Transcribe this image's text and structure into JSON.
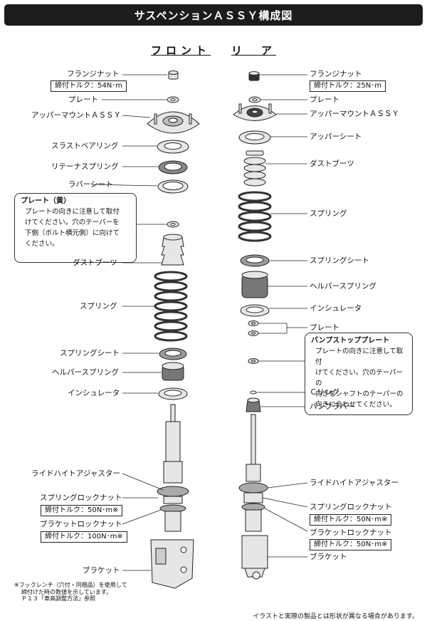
{
  "title": "サスペンションＡＳＳＹ構成図",
  "columns": {
    "front": "フロント",
    "rear": "リ　ア"
  },
  "front": {
    "flange_nut": "フランジナット",
    "flange_torque": "締付トルク：54N･m",
    "plate": "プレート",
    "upper_mount": "アッパーマウントＡＳＳＹ",
    "thrust_bearing": "スラストベアリング",
    "retainer_spring": "リテーナスプリング",
    "rubber_seat": "ラバーシート",
    "dust_boot": "ダストブーツ",
    "spring": "スプリング",
    "spring_seat": "スプリングシート",
    "helper_spring": "ヘルパースプリング",
    "insulator": "インシュレータ",
    "ride_height": "ライドハイトアジャスター",
    "spring_lock_nut": "スプリングロックナット",
    "spring_lock_torque": "締付トルク：50N･m※",
    "bracket_lock_nut": "ブラケットロックナット",
    "bracket_lock_torque": "締付トルク：100N･m※",
    "bracket": "ブラケット"
  },
  "rear": {
    "flange_nut": "フランジナット",
    "flange_torque": "締付トルク：25N･m",
    "plate": "プレート",
    "upper_mount": "アッパーマウントＡＳＳＹ",
    "upper_seat": "アッパーシート",
    "dust_boot": "ダストブーツ",
    "spring": "スプリング",
    "spring_seat": "スプリングシート",
    "helper_spring": "ヘルパースプリング",
    "insulator": "インシュレータ",
    "plate2": "プレート",
    "c_ring": "Ｃリング",
    "bump_rubber": "バンプラバー",
    "ride_height": "ライドハイトアジャスター",
    "spring_lock_nut": "スプリングロックナット",
    "spring_lock_torque": "締付トルク：50N･m※",
    "bracket_lock_nut": "ブラケットロックナット",
    "bracket_lock_torque": "締付トルク：50N･m※",
    "bracket": "ブラケット"
  },
  "note_front_plate": {
    "title": "プレート（黄）",
    "lines": [
      "プレートの向きに注意して取付",
      "けてください。穴のテーパーを",
      "下側（ボルト横元側）に向けて",
      "ください。"
    ]
  },
  "note_bump_stop": {
    "title": "バンプストッププレート",
    "lines": [
      "プレートの向きに注意して取付",
      "けてください。穴のテーパーの",
      "向きをシャフトのテーパーの",
      "向きに合わせてください。"
    ]
  },
  "footnote": [
    "※フックレンチ（穴付・同梱品）を使用して",
    "締付けた時の数値を示しています。",
    "Ｐ１３「車高調整方法」参照"
  ],
  "disclaimer": "イラストと実際の製品とは形状が異なる場合があります。",
  "colors": {
    "title_bg": "#1c1c1c",
    "title_fg": "#ffffff",
    "part_fill": "#e6e6e6",
    "line": "#222222"
  }
}
